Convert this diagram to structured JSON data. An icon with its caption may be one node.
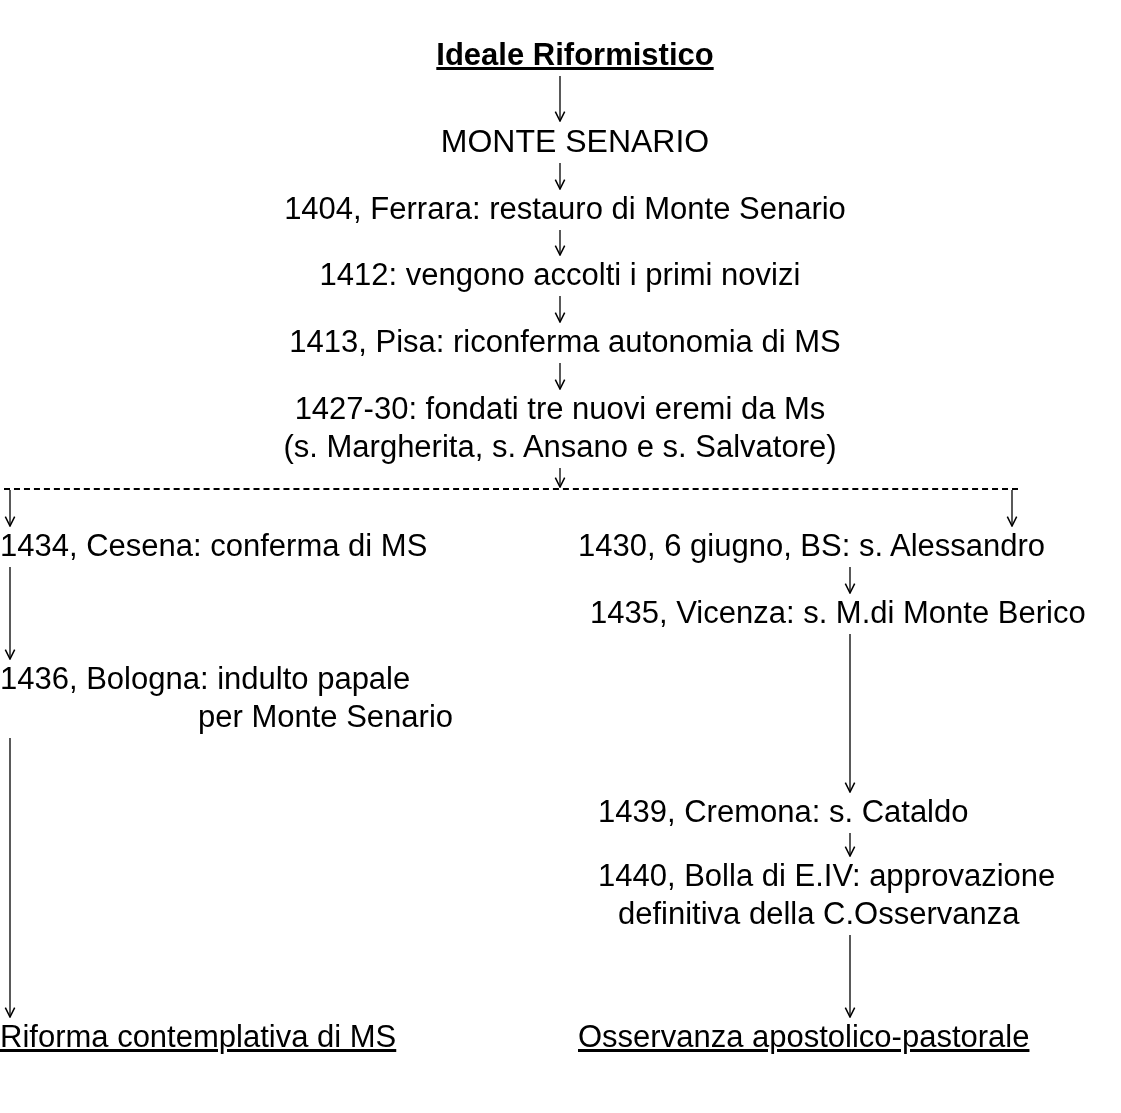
{
  "diagram": {
    "nodes": [
      {
        "text": [
          "Ideale Riformistico"
        ]
      },
      {
        "text": [
          "MONTE SENARIO"
        ]
      },
      {
        "text": [
          "1404, Ferrara: restauro di Monte Senario"
        ]
      },
      {
        "text": [
          "1412: vengono accolti i primi novizi"
        ]
      },
      {
        "text": [
          "1413, Pisa: riconferma autonomia di MS"
        ]
      },
      {
        "text": [
          "1427-30: fondati tre nuovi eremi da Ms (s. Margherita, s. Ansano e s. Salvatore)"
        ]
      },
      {
        "text": [],
        "shape": "bar"
      },
      {
        "text": [
          "1434, Cesena: conferma di MS"
        ]
      },
      {
        "text": [
          "1430, 6 giugno, BS: s. Alessandro"
        ]
      },
      {
        "text": [
          "1435, Vicenza: s. M.di Monte Berico"
        ]
      },
      {
        "text": [
          "1436, Bologna: indulto papale per Monte Senario"
        ]
      },
      {
        "text": [
          "1439, Cremona: s. Cataldo"
        ]
      },
      {
        "text": [
          "1440, Bolla di E.IV: approvazione definitiva della C.Osservanza"
        ]
      },
      {
        "text": [
          "Riforma contemplativa di MS"
        ]
      },
      {
        "text": [
          "Osservanza apostolico-pastorale"
        ]
      }
    ],
    "edges": [
      {
        "from": 0,
        "to": 1,
        "arrow": "to"
      },
      {
        "from": 1,
        "to": 2,
        "arrow": "to"
      },
      {
        "from": 2,
        "to": 3,
        "arrow": "to"
      },
      {
        "from": 3,
        "to": 4,
        "arrow": "to"
      },
      {
        "from": 4,
        "to": 5,
        "arrow": "to"
      },
      {
        "from": 5,
        "to": 6,
        "arrow": "to"
      },
      {
        "from": 6,
        "to": 7,
        "arrow": "to"
      },
      {
        "from": 6,
        "to": 8,
        "arrow": "to"
      },
      {
        "from": 8,
        "to": 9,
        "arrow": "to"
      },
      {
        "from": 7,
        "to": 10,
        "arrow": "to"
      },
      {
        "from": 9,
        "to": 11,
        "arrow": "to"
      },
      {
        "from": 11,
        "to": 12,
        "arrow": "to"
      },
      {
        "from": 10,
        "to": 13,
        "arrow": "to"
      },
      {
        "from": 12,
        "to": 14,
        "arrow": "to"
      }
    ]
  }
}
